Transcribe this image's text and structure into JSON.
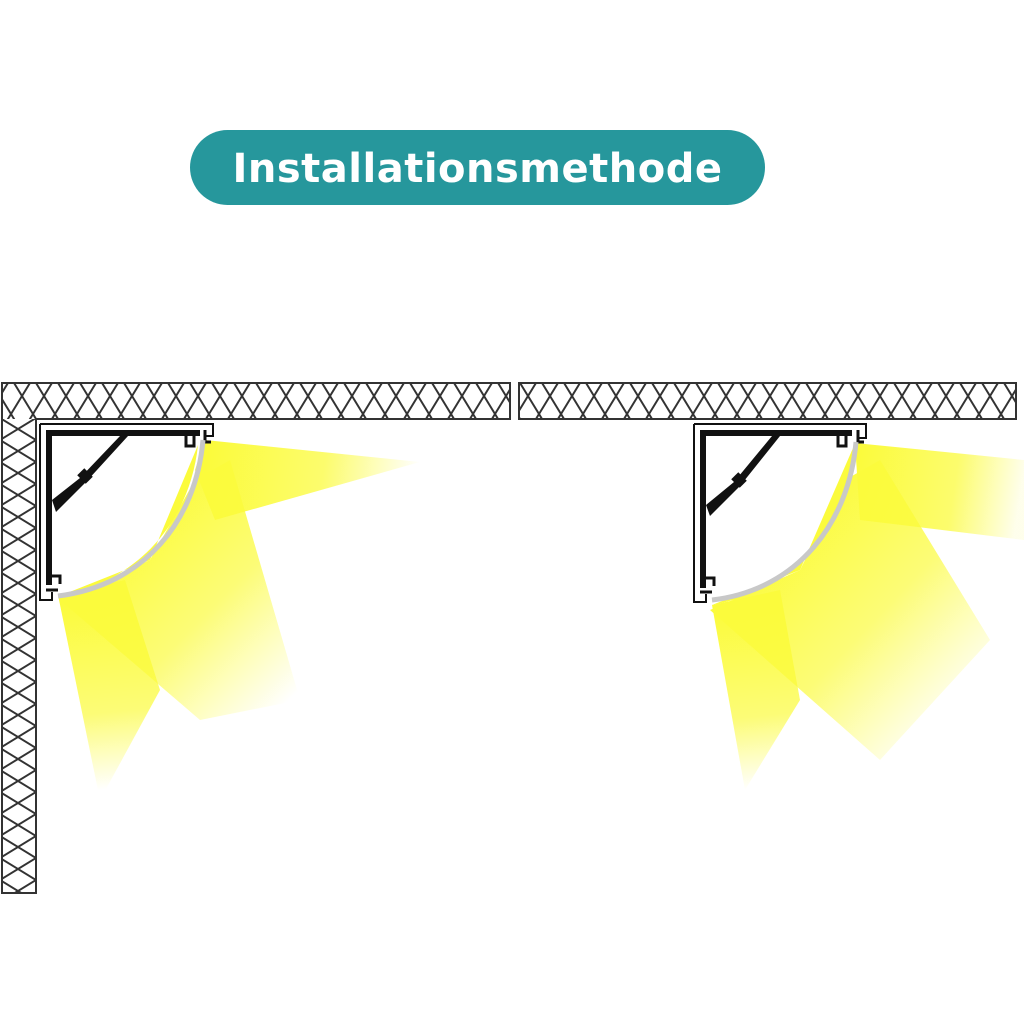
{
  "header": {
    "title": "Installationsmethode"
  },
  "colors": {
    "accent": "#26979c",
    "light": "#fbfb3c",
    "profile": "#111111",
    "diffuser": "#c8c8c8",
    "wall_line": "#333333"
  },
  "installations": [
    {
      "name": "inner-corner-mount",
      "walls": [
        "ceiling",
        "left-wall"
      ]
    },
    {
      "name": "ceiling-mount",
      "walls": [
        "ceiling"
      ]
    }
  ]
}
